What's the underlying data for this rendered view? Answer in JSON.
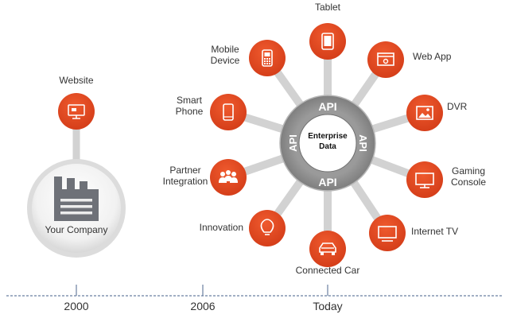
{
  "timeline": {
    "ticks": [
      "2000",
      "2006",
      "Today"
    ]
  },
  "company": {
    "label": "Your Company",
    "website_label": "Website",
    "website_icon": "monitor-icon",
    "factory_icon": "factory-icon"
  },
  "hub": {
    "center_text": "Enterprise\nData",
    "api_top": "API",
    "api_bottom": "API",
    "api_left": "API",
    "api_right": "API"
  },
  "spokes": [
    {
      "label": "Tablet",
      "icon": "tablet-icon"
    },
    {
      "label": "Web App",
      "icon": "web-app-icon"
    },
    {
      "label": "DVR",
      "icon": "image-icon"
    },
    {
      "label": "Gaming\nConsole",
      "icon": "monitor-icon"
    },
    {
      "label": "Internet TV",
      "icon": "tv-icon"
    },
    {
      "label": "Connected Car",
      "icon": "car-icon"
    },
    {
      "label": "Innovation",
      "icon": "lightbulb-icon"
    },
    {
      "label": "Partner\nIntegration",
      "icon": "people-icon"
    },
    {
      "label": "Smart\nPhone",
      "icon": "smartphone-icon"
    },
    {
      "label": "Mobile\nDevice",
      "icon": "mobile-phone-icon"
    }
  ],
  "colors": {
    "node_red": "#e0431d",
    "connector_gray": "#d2d2d2",
    "ring_gray": "#8c8c8c",
    "timeline_line": "#6a7fa0",
    "factory_gray": "#6e7178"
  }
}
